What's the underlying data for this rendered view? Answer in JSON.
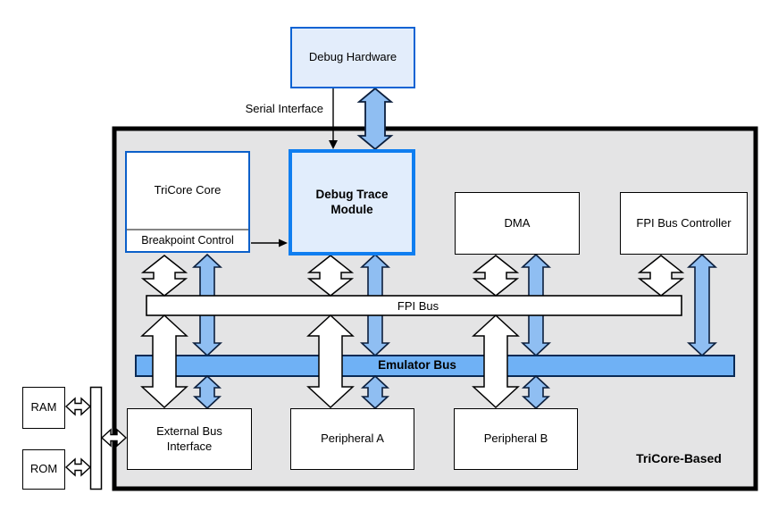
{
  "diagram": {
    "boxes": {
      "debug_hardware": "Debug Hardware",
      "tricore_core": "TriCore Core",
      "breakpoint_control": "Breakpoint Control",
      "debug_trace_module": "Debug Trace Module",
      "dma": "DMA",
      "fpi_bus_controller": "FPI Bus Controller",
      "external_bus_interface": "External Bus Interface",
      "peripheral_a": "Peripheral A",
      "peripheral_b": "Peripheral B",
      "ram": "RAM",
      "rom": "ROM"
    },
    "buses": {
      "fpi_bus": "FPI Bus",
      "emulator_bus": "Emulator Bus"
    },
    "annotations": {
      "serial_interface": "Serial Interface",
      "system_label": "TriCore-Based"
    },
    "colors": {
      "panel_gray": "#e4e4e5",
      "box_blue_border": "#0b63d3",
      "dtm_blue_border": "#0f7ef0",
      "light_blue_fill": "#e3edfb",
      "emulator_bus_fill": "#6fb1f5",
      "arrow_blue_fill": "#8fbef2",
      "outline_black": "#000000"
    }
  }
}
